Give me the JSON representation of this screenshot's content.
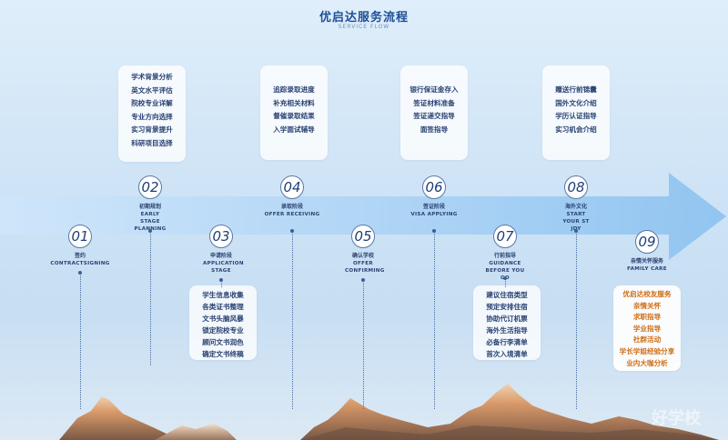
{
  "header": {
    "title": "优启达服务流程",
    "subtitle": "SERVICE FLOW"
  },
  "steps": [
    {
      "num": "01",
      "cn": "签约",
      "en": "CONTRACTSIGNING"
    },
    {
      "num": "02",
      "cn": "初期规划",
      "en": "EARLY STAGE PLANNING"
    },
    {
      "num": "03",
      "cn": "申请阶段",
      "en": "APPLICATION STAGE"
    },
    {
      "num": "04",
      "cn": "录取阶段",
      "en": "OFFER RECEIVING"
    },
    {
      "num": "05",
      "cn": "确认学校",
      "en": "OFFER CONFIRMING"
    },
    {
      "num": "06",
      "cn": "签证阶段",
      "en": "VISA APPLYING"
    },
    {
      "num": "07",
      "cn": "行前指导",
      "en": "GUIDANCE BEFORE YOU GO"
    },
    {
      "num": "08",
      "cn": "海外文化",
      "en": "START YOUR ST JDY"
    },
    {
      "num": "09",
      "cn": "亲情关怀服务",
      "en": "FAMILY CARE"
    }
  ],
  "boxes": {
    "b02": [
      "学术背景分析",
      "英文水平评估",
      "院校专业详解",
      "专业方向选择",
      "实习背景提升",
      "科研项目选择"
    ],
    "b04": [
      "追踪录取进度",
      "补充相关材料",
      "督催录取结果",
      "入学面试辅导"
    ],
    "b06": [
      "银行保证金存入",
      "签证材料准备",
      "签证递交指导",
      "面签指导"
    ],
    "b08": [
      "赠送行前锦囊",
      "国外文化介绍",
      "学历认证指导",
      "实习机会介绍"
    ],
    "b03": [
      "学生信息收集",
      "各类证书整理",
      "文书头脑风暴",
      "锁定院校专业",
      "顾问文书润色",
      "确定文书终稿"
    ],
    "b07": [
      "建议住宿类型",
      "预定安排住宿",
      "协助代订机票",
      "海外生活指导",
      "必备行李清单",
      "首次入境清单"
    ],
    "b09": [
      "优启达校友服务",
      "亲情关怀",
      "求职指导",
      "学业指导",
      "社群活动",
      "学长学姐经验分享",
      "业内大咖分析"
    ]
  },
  "watermark": "好学校",
  "colors": {
    "accent": "#1f4f98",
    "arrow": "#a9d0f2",
    "orange": "#cf6e16"
  }
}
